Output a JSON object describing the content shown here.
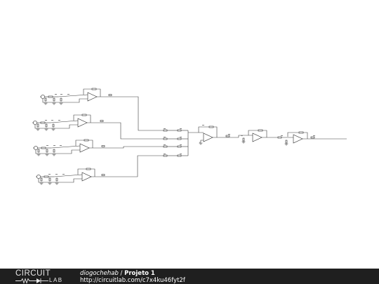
{
  "footer": {
    "brand_top": "CIRCUIT",
    "brand_bottom": "LAB",
    "author": "diogochehab",
    "separator": " / ",
    "project_title": "Projeto 1",
    "url": "http://circuitlab.com/c7x4ku46fyt2f"
  },
  "schematic": {
    "component_types": [
      "operational-amplifier",
      "resistor",
      "ground",
      "voltage-source",
      "wire"
    ]
  }
}
